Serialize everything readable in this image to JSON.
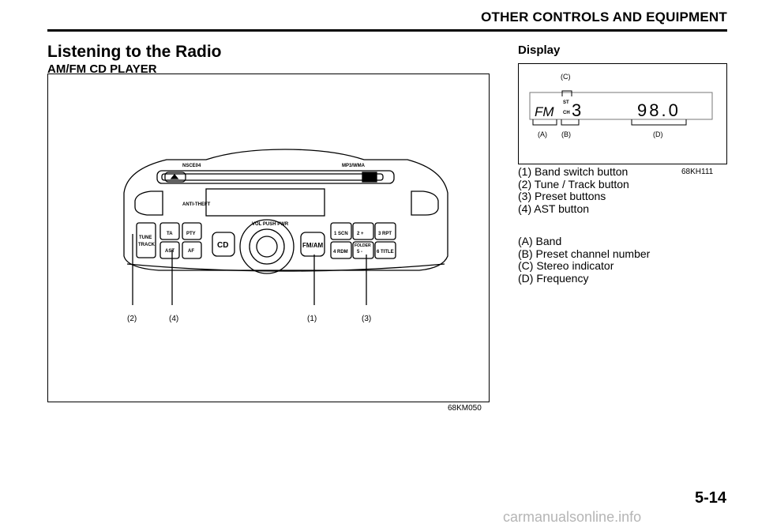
{
  "header": "OTHER CONTROLS AND EQUIPMENT",
  "title": "Listening to the Radio",
  "subtitle": "AM/FM CD PLAYER",
  "display_title": "Display",
  "figure1": {
    "code": "68KM050",
    "callouts": [
      "(2)",
      "(4)",
      "(1)",
      "(3)"
    ],
    "panel": {
      "brand_left": "NSCE04",
      "brand_right": "MP3/WMA",
      "anti_theft": "ANTI-THEFT",
      "vol_label": "VOL PUSH PWR",
      "tune": "TUNE",
      "track": "TRACK",
      "ta": "TA",
      "pty": "PTY",
      "ast": "AST",
      "af": "AF",
      "cd": "CD",
      "fmam": "FM/AM",
      "p1": "1 SCN",
      "p2": "2 +",
      "p3": "3 RPT",
      "folder": "FOLDER",
      "p4": "4 RDM",
      "p5": "5 -",
      "p6": "6 TITLE"
    }
  },
  "figure2": {
    "code": "68KH111",
    "label_c": "(C)",
    "label_a": "(A)",
    "label_b": "(B)",
    "label_d": "(D)",
    "band": "FM",
    "preset": "3",
    "freq": "98.0",
    "st": "ST",
    "ch": "CH"
  },
  "list1": [
    "(1) Band switch button",
    "(2) Tune / Track button",
    "(3) Preset buttons",
    "(4) AST button"
  ],
  "list2": [
    "(A) Band",
    "(B) Preset channel number",
    "(C) Stereo indicator",
    "(D) Frequency"
  ],
  "page_number": "5-14",
  "watermark": "carmanualsonline.info"
}
